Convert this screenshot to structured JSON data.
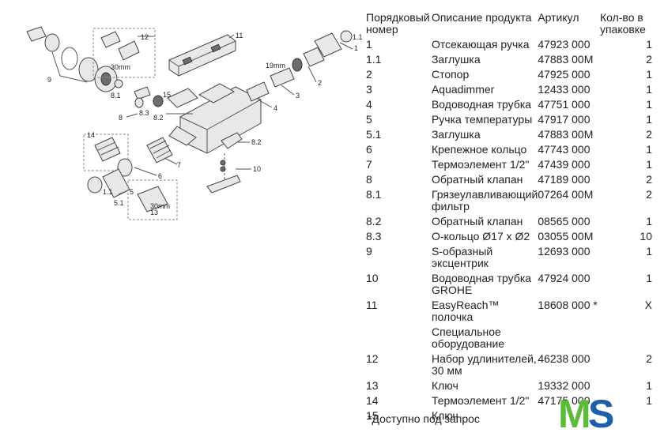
{
  "table": {
    "headers": {
      "num": "Порядковый номер",
      "desc": "Описание продукта",
      "article": "Артикул",
      "qty": "Кол-во в упаковке"
    },
    "rows": [
      {
        "num": "1",
        "desc": "Отсекающая ручка",
        "article": "47923 000",
        "qty": "1"
      },
      {
        "num": "1.1",
        "desc": "Заглушка",
        "article": "47883 00M",
        "qty": "2"
      },
      {
        "num": "2",
        "desc": "Стопор",
        "article": "47925 000",
        "qty": "1"
      },
      {
        "num": "3",
        "desc": "Aquadimmer",
        "article": "12433 000",
        "qty": "1"
      },
      {
        "num": "4",
        "desc": "Водоводная трубка",
        "article": "47751 000",
        "qty": "1"
      },
      {
        "num": "5",
        "desc": "Ручка температуры",
        "article": "47917 000",
        "qty": "1"
      },
      {
        "num": "5.1",
        "desc": "Заглушка",
        "article": "47883 00M",
        "qty": "2"
      },
      {
        "num": "6",
        "desc": "Крепежное кольцо",
        "article": "47743 000",
        "qty": "1"
      },
      {
        "num": "7",
        "desc": "Термоэлемент 1/2\"",
        "article": "47439 000",
        "qty": "1"
      },
      {
        "num": "8",
        "desc": "Обратный клапан",
        "article": "47189 000",
        "qty": "2"
      },
      {
        "num": "8.1",
        "desc": "Грязеулавливающий фильтр",
        "article": "07264 00M",
        "qty": "2"
      },
      {
        "num": "8.2",
        "desc": "Обратный клапан",
        "article": "08565 000",
        "qty": "1"
      },
      {
        "num": "8.3",
        "desc": "О-кольцо Ø17 x Ø2",
        "article": "03055 00M",
        "qty": "10"
      },
      {
        "num": "9",
        "desc": "S-образный эксцентрик",
        "article": "12693 000",
        "qty": "1"
      },
      {
        "num": "10",
        "desc": "Водоводная трубка GROHE",
        "article": "47924 000",
        "qty": "1"
      },
      {
        "num": "11",
        "desc": "EasyReach™ полочка",
        "article": "18608 000 *",
        "qty": "X"
      },
      {
        "num": "",
        "desc": "Специальное оборудование",
        "article": "",
        "qty": ""
      },
      {
        "num": "12",
        "desc": "Набор удлинителей, 30 мм",
        "article": "46238 000",
        "qty": "2"
      },
      {
        "num": "13",
        "desc": "Ключ",
        "article": "19332 000",
        "qty": "1"
      },
      {
        "num": "14",
        "desc": "Термоэлемент 1/2\"",
        "article": "47175 000",
        "qty": "1"
      },
      {
        "num": "15",
        "desc": "Ключ",
        "article": "",
        "qty": ""
      }
    ]
  },
  "footnote": "*Доступно под запрос",
  "logo": {
    "letter1": "M",
    "letter2": "S",
    "color1": "#5dbb3a",
    "color2": "#1c5fa8"
  },
  "diagram": {
    "labels": [
      "1",
      "1.1",
      "2",
      "3",
      "4",
      "5",
      "5.1",
      "6",
      "7",
      "8",
      "8.1",
      "8.2",
      "8.3",
      "9",
      "10",
      "11",
      "12",
      "13",
      "14",
      "15"
    ],
    "small_labels": {
      "mm30": "30mm",
      "mm19": "19mm"
    }
  }
}
